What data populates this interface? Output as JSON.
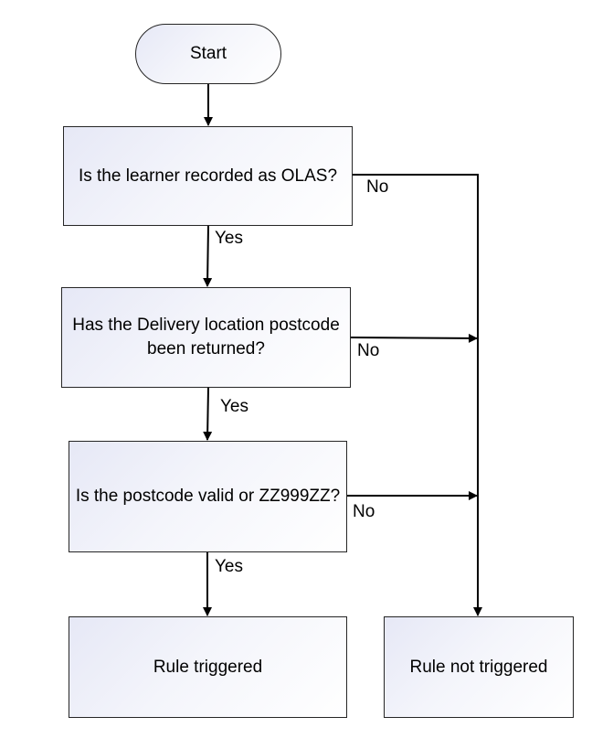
{
  "flowchart": {
    "nodes": {
      "start": "Start",
      "q1": "Is the learner recorded as OLAS?",
      "q2_line1": "Has the Delivery location postcode",
      "q2_line2": "been returned?",
      "q3": "Is the postcode valid or ZZ999ZZ?",
      "result_triggered": "Rule triggered",
      "result_not_triggered": "Rule not triggered"
    },
    "edge_labels": {
      "q1_yes": "Yes",
      "q1_no": "No",
      "q2_yes": "Yes",
      "q2_no": "No",
      "q3_yes": "Yes",
      "q3_no": "No"
    }
  }
}
